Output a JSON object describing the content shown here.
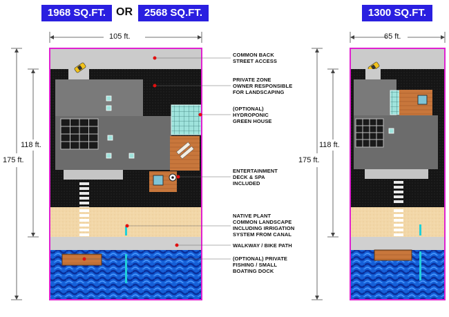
{
  "header": {
    "badge_1968": "1968 SQ.FT.",
    "or_text": "OR",
    "badge_2568": "2568 SQ.FT.",
    "badge_1300": "1300 SQ.FT."
  },
  "dimensions": {
    "large_width": "105  ft.",
    "large_total_depth": "175  ft.",
    "large_private_depth": "118  ft.",
    "small_width": "65  ft.",
    "small_total_depth": "175  ft.",
    "small_private_depth": "118  ft."
  },
  "callouts": [
    {
      "lines": [
        "COMMON BACK",
        "STREET ACCESS"
      ]
    },
    {
      "lines": [
        "PRIVATE ZONE",
        "OWNER RESPONSIBLE",
        "FOR LANDSCAPING"
      ]
    },
    {
      "lines": [
        "(OPTIONAL)",
        "HYDROPONIC",
        "GREEN HOUSE"
      ]
    },
    {
      "lines": [
        "ENTERTAINMENT",
        "DECK & SPA",
        "INCLUDED"
      ]
    },
    {
      "lines": [
        "NATIVE PLANT",
        "COMMON LANDSCAPE",
        "INCLUDING IRRIGATION",
        "SYSTEM FROM CANAL"
      ]
    },
    {
      "lines": [
        "WALKWAY / BIKE PATH"
      ]
    },
    {
      "lines": [
        "(OPTIONAL) PRIVATE",
        "FISHING / SMALL",
        "BOATING DOCK"
      ]
    }
  ],
  "colors": {
    "badge": "#2a1fe0",
    "lot_border": "#e020d0",
    "street": "#cbcbcb",
    "private_zone": "#151515",
    "roof": "#707070",
    "landscape": "#f2d7a8",
    "walkway": "#d0d0d0",
    "water": "#1560d8",
    "deck": "#c9763a",
    "greenhouse": "#a0e0dc",
    "marker": "#e01010"
  }
}
